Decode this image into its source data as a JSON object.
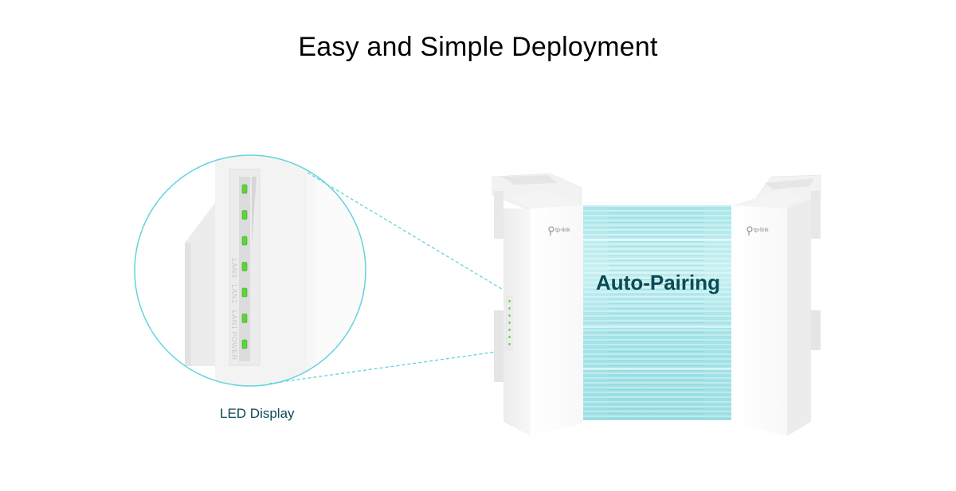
{
  "header": {
    "title": "Easy and Simple Deployment"
  },
  "zoom_callout": {
    "caption": "LED Display",
    "led_labels": [
      "LAN3",
      "LAN2",
      "LAN1",
      "POWER"
    ],
    "led_count": 7,
    "led_state": "on",
    "led_color": "#5fd13a",
    "circle_color": "#62d4dc"
  },
  "devices": {
    "left_device": {
      "brand": "tp-link"
    },
    "right_device": {
      "brand": "tp-link"
    },
    "pairing_label": "Auto-Pairing",
    "beam_color": "#9fe3e8"
  }
}
